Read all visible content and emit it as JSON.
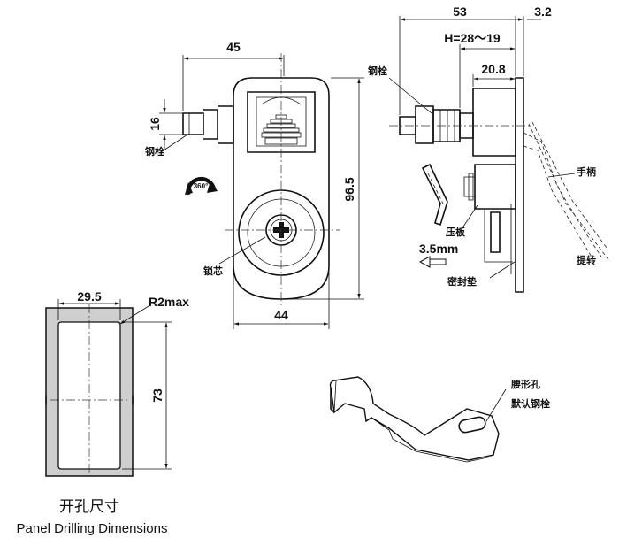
{
  "front_view": {
    "dim_width_top": "45",
    "dim_height_side": "16",
    "dim_height_total": "96.5",
    "dim_width_bottom": "44",
    "label_bolt": "钢栓",
    "label_rotation": "360°",
    "label_core": "锁芯"
  },
  "side_view": {
    "dim_total": "53",
    "dim_plate": "3.2",
    "dim_range": "H=28～19",
    "dim_body": "20.8",
    "dim_offset": "3.5mm",
    "label_bolt": "钢栓",
    "label_handle": "手柄",
    "label_plate": "压板",
    "label_lift": "提转",
    "label_gasket": "密封垫"
  },
  "cutout": {
    "dim_width": "29.5",
    "dim_radius": "R2max",
    "dim_height": "73",
    "title_cn": "开孔尺寸",
    "title_en": "Panel Drilling Dimensions"
  },
  "cam": {
    "label_slot": "腰形孔",
    "label_default": "默认钢栓"
  }
}
